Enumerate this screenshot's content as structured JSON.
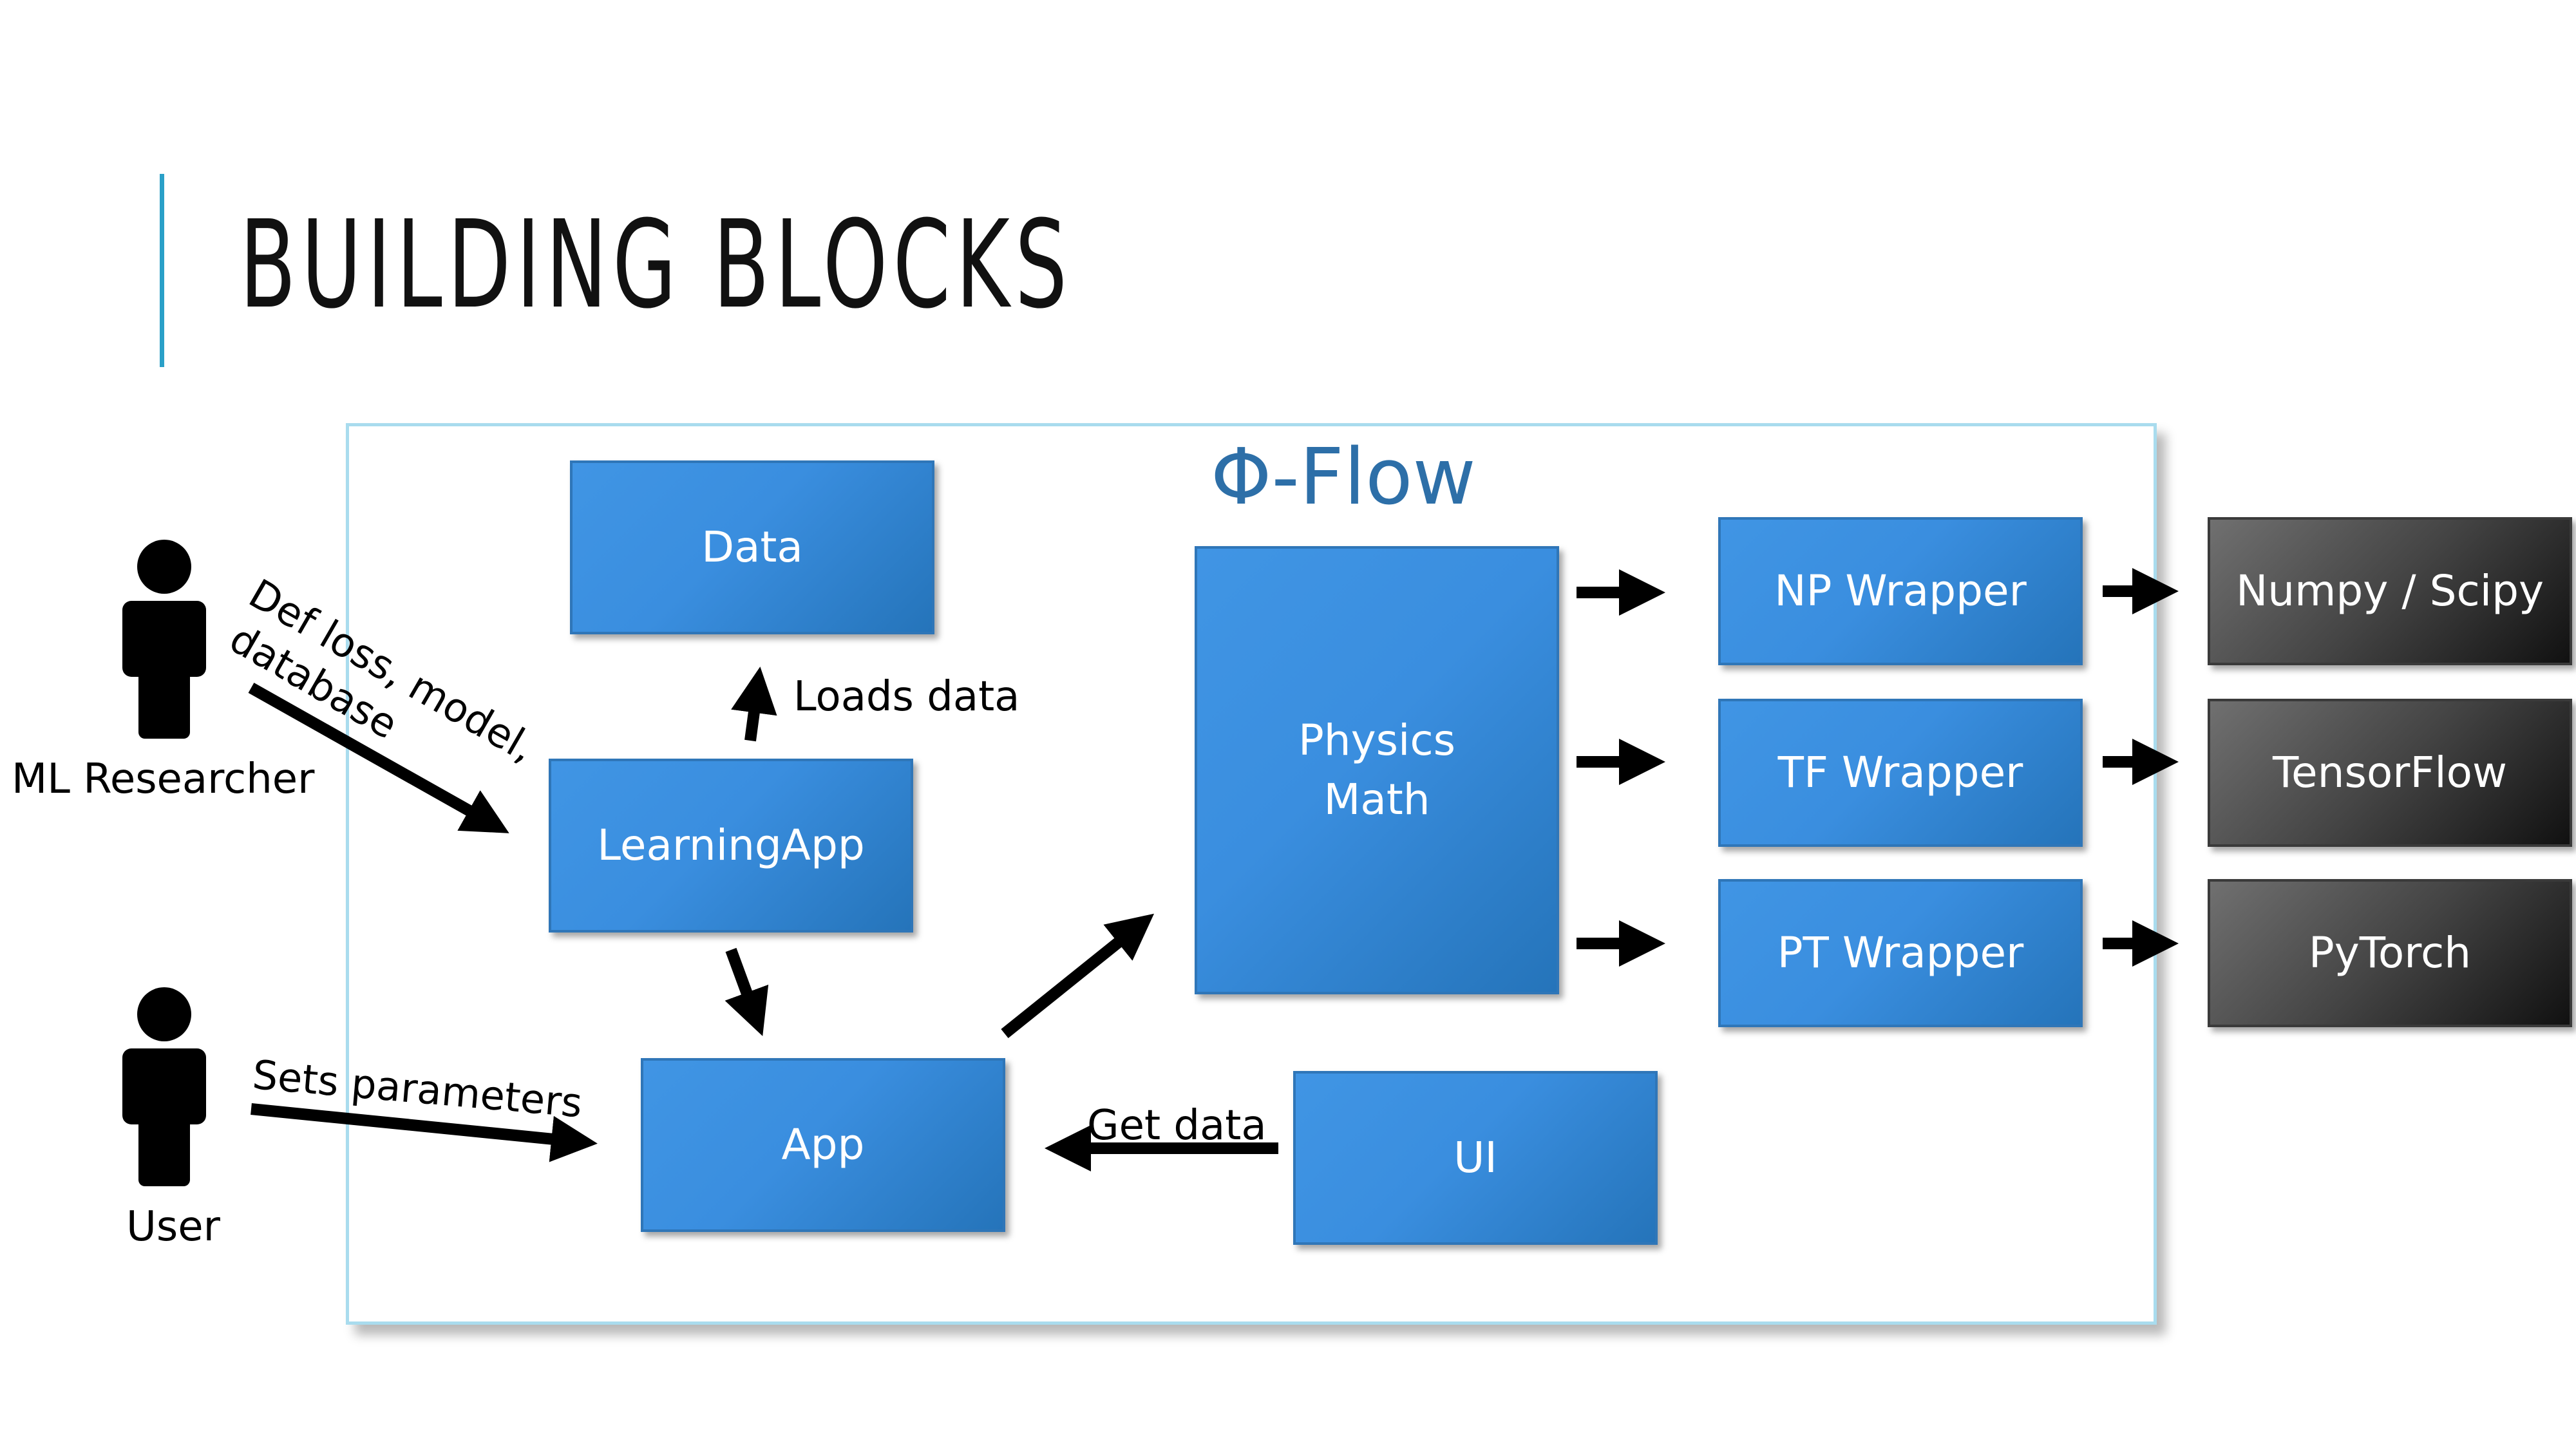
{
  "title": "BUILDING BLOCKS",
  "frame_title": "Φ-Flow",
  "actors": {
    "ml_researcher": "ML Researcher",
    "user": "User"
  },
  "blocks": {
    "data": "Data",
    "learning_app": "LearningApp",
    "app": "App",
    "physics_math_line1": "Physics",
    "physics_math_line2": "Math",
    "ui": "UI",
    "np_wrapper": "NP Wrapper",
    "tf_wrapper": "TF Wrapper",
    "pt_wrapper": "PT Wrapper"
  },
  "backends": {
    "numpy_scipy": "Numpy / Scipy",
    "tensorflow": "TensorFlow",
    "pytorch": "PyTorch"
  },
  "edge_labels": {
    "def_line1": "Def loss, model,",
    "def_line2": "database",
    "loads_data": "Loads data",
    "sets_parameters": "Sets parameters",
    "get_data": "Get data"
  },
  "colors": {
    "accent": "#2aa0c8",
    "frame_border": "#a9dcee",
    "block_blue": "#3a8edf",
    "frame_title": "#2d6fa8",
    "backend_dark": "#444444"
  },
  "icons": {
    "researcher": "person-icon",
    "user": "person-icon"
  }
}
